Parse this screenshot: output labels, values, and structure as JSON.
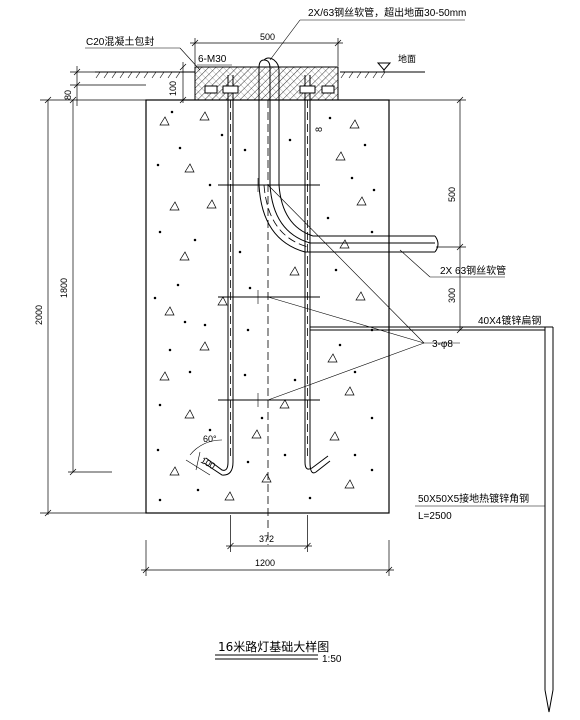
{
  "labels": {
    "pipe_top": "2X/63钢丝软管，超出地面30-50mm",
    "c20": "C20混凝土包封",
    "bolt": "6-M30",
    "ground": "地面",
    "pipe_side": "2X 63钢丝软管",
    "flat_steel": "40X4镀锌扁钢",
    "rebar": "3-φ8",
    "angle_steel": "50X50X5接地热镀锌角钢",
    "angle_length": "L=2500",
    "angle_60": "60°",
    "rebar_8": "8",
    "hook_100": "100"
  },
  "dimensions": {
    "d500_top": "500",
    "d100": "100",
    "d80": "80",
    "d2000": "2000",
    "d1800": "1800",
    "d500_right": "500",
    "d300_right": "300",
    "d372": "372",
    "d1200": "1200"
  },
  "title": {
    "text": "16米路灯基础大样图",
    "scale": "1:50"
  }
}
